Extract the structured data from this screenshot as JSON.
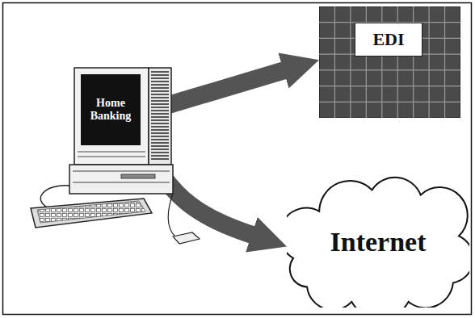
{
  "diagram": {
    "nodes": [
      {
        "text": [
          "Home Banking"
        ]
      },
      {
        "text": [
          "EDI"
        ]
      },
      {
        "text": [
          "Internet"
        ]
      }
    ],
    "edges": [
      {
        "from": 0,
        "to": 1,
        "arrow": "to"
      },
      {
        "from": 0,
        "to": 2,
        "arrow": "to"
      }
    ]
  }
}
